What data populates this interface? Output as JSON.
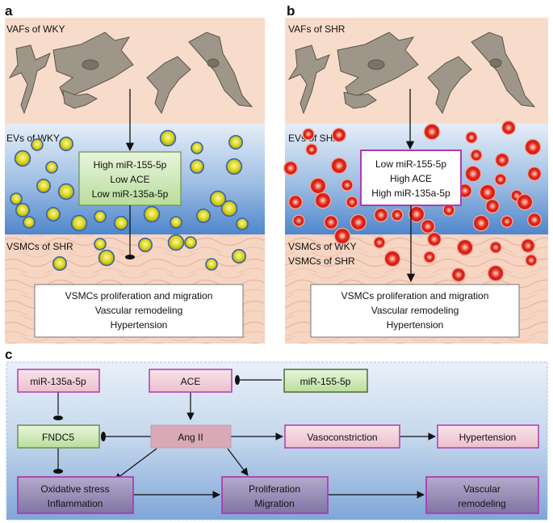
{
  "panel_a": {
    "letter": "a",
    "vaf_label": "VAFs of WKY",
    "ev_label": "EVs of WKY",
    "vsmc_label": "VSMCs of SHR",
    "center_box": [
      "High miR-155-5p",
      "Low ACE",
      "Low miR-135a-5p"
    ],
    "outcome_box": [
      "VSMCs proliferation and migration",
      "Vascular remodeling",
      "Hypertension"
    ],
    "ev_color": "#d6d31a",
    "ev_ring": "#3a63a8"
  },
  "panel_b": {
    "letter": "b",
    "vaf_label": "VAFs of SHR",
    "ev_label": "EVs of SHR",
    "vsmc_label_1": "VSMCs of WKY",
    "vsmc_label_2": "VSMCs of SHR",
    "center_box": [
      "Low miR-155-5p",
      "High ACE",
      "High miR-135a-5p"
    ],
    "outcome_box": [
      "VSMCs proliferation and migration",
      "Vascular remodeling",
      "Hypertension"
    ],
    "ev_color": "#e3261f",
    "ev_ring": "#f2a58f"
  },
  "panel_c": {
    "letter": "c",
    "nodes": {
      "mir135": "miR-135a-5p",
      "ace": "ACE",
      "mir155": "miR-155-5p",
      "fndc5": "FNDC5",
      "angii": "Ang II",
      "vasoconstriction": "Vasoconstriction",
      "hypertension": "Hypertension",
      "oxidative": [
        "Oxidative stress",
        "Inflammation"
      ],
      "prolif": [
        "Proliferation",
        "Migration"
      ],
      "vascular": [
        "Vascular",
        "remodeling"
      ]
    }
  },
  "colors": {
    "vaf_bg": "#f8dccb",
    "ev_bg_top": "#dfe9f5",
    "ev_bg_bottom": "#5b8fd0",
    "vsmc_bg": "#f6d2bd",
    "green_box": "#cfe7b7",
    "pink_box": "#f4d3dc",
    "purple_box": "#9b8fb5",
    "box_border_magenta": "#b13bb3"
  }
}
